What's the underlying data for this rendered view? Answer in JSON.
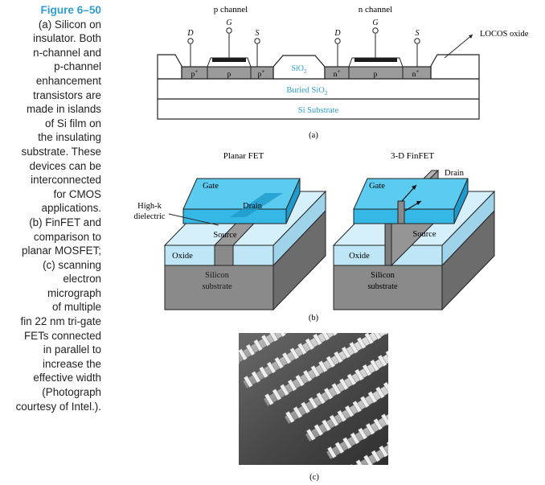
{
  "caption": {
    "title": "Figure 6–50",
    "lines": [
      "(a) Silicon on",
      "insulator. Both",
      "n-channel and",
      "p-channel",
      "enhancement",
      "transistors are",
      "made in islands",
      "of Si film on",
      "the insulating",
      "substrate. These",
      "devices can be",
      "interconnected",
      "for CMOS",
      "applications.",
      "(b) FinFET and",
      "comparison to",
      "planar MOSFET;",
      "(c) scanning",
      "electron",
      "micrograph",
      "of multiple",
      "fin 22 nm tri-gate",
      "FETs connected",
      "in parallel to",
      "increase the",
      "effective width",
      "(Photograph",
      "courtesy of Intel.)."
    ]
  },
  "panel_a": {
    "p_channel": "p channel",
    "n_channel": "n channel",
    "terminal_d": "D",
    "terminal_g": "G",
    "terminal_s": "S",
    "locos": "LOCOS oxide",
    "sio2": "SiO",
    "sio2_sub": "2",
    "buried": "Buried SiO",
    "buried_sub": "2",
    "substrate": "Si Substrate",
    "p_plus": "p",
    "n_plus": "n",
    "plus": "+",
    "p": "p",
    "label": "(a)"
  },
  "panel_b": {
    "planar_title": "Planar FET",
    "finfet_title": "3-D FinFET",
    "gate": "Gate",
    "drain": "Drain",
    "source": "Source",
    "oxide": "Oxide",
    "silicon": "Silicon",
    "substrate": "substrate",
    "highk_1": "High-k",
    "highk_2": "dielectric",
    "label": "(b)"
  },
  "panel_c": {
    "label": "(c)"
  },
  "colors": {
    "accent": "#2e9fd0",
    "gate_cyan": "#36b8e6",
    "oxide_light": "#bfe6f6",
    "substrate_gray": "#8a8a8a"
  }
}
